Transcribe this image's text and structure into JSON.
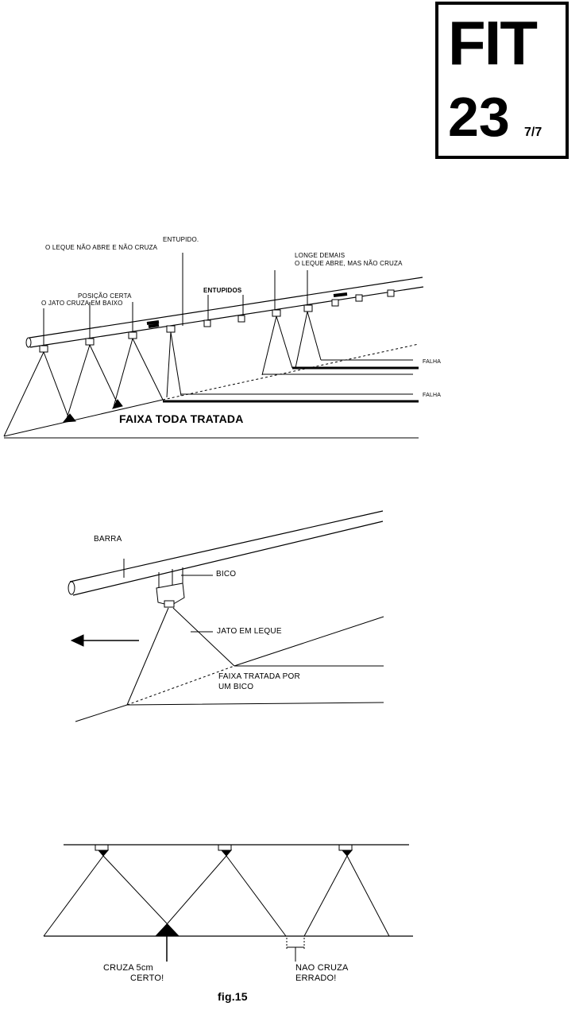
{
  "badge": {
    "title": "FIT",
    "number": "23",
    "page": "7/7"
  },
  "diagram1": {
    "label_clogged_line1": "ENTUPIDO.",
    "label_clogged_line2": "O LEQUE NÃO ABRE E NÃO CRUZA",
    "label_correct_line1": "POSIÇÃO CERTA",
    "label_correct_line2": "O JATO CRUZA EM BAIXO",
    "label_clogged_plural": "ENTUPIDOS",
    "label_far_line1": "LONGE DEMAIS",
    "label_far_line2": "O LEQUE ABRE, MAS NÃO CRUZA",
    "falha_1": "FALHA",
    "falha_2": "FALHA",
    "caption": "FAIXA TODA TRATADA"
  },
  "diagram2": {
    "label_bar": "BARRA",
    "label_nozzle": "BICO",
    "label_fan_jet": "JATO EM LEQUE",
    "label_strip_line1": "FAIXA TRATADA POR",
    "label_strip_line2": "UM BICO"
  },
  "diagram3": {
    "label_cross_line1": "CRUZA 5cm",
    "label_cross_line2": "CERTO!",
    "label_nocross_line1": "NAO CRUZA",
    "label_nocross_line2": "ERRADO!",
    "figure_caption": "fig.15"
  }
}
